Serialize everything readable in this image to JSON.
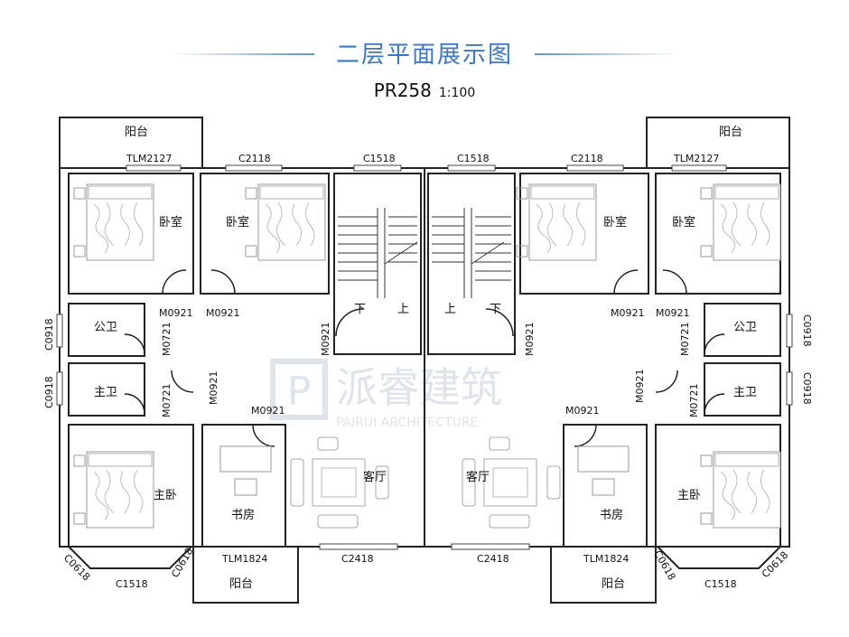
{
  "header": {
    "title": "二层平面展示图",
    "model": "PR258",
    "scale": "1:100"
  },
  "watermark": {
    "logo": "P",
    "name": "派睿建筑",
    "sub": "PAIRUI ARCHITECTURE"
  },
  "rooms": {
    "balcony": "阳台",
    "bedroom": "卧室",
    "master_bedroom": "主卧",
    "public_bath": "公卫",
    "master_bath": "主卫",
    "living_room": "客厅",
    "study": "书房",
    "stair_down": "下",
    "stair_up": "上"
  },
  "codes": {
    "tlm2127": "TLM2127",
    "tlm1824": "TLM1824",
    "c2118": "C2118",
    "c1518": "C1518",
    "c2418": "C2418",
    "c0918": "C0918",
    "c0618": "C0618",
    "m0921": "M0921",
    "m0721": "M0721"
  },
  "colors": {
    "title": "#3c78c0",
    "wall": "#222222",
    "furniture": "#9a9a9a",
    "watermark": "#dfe4ea"
  }
}
